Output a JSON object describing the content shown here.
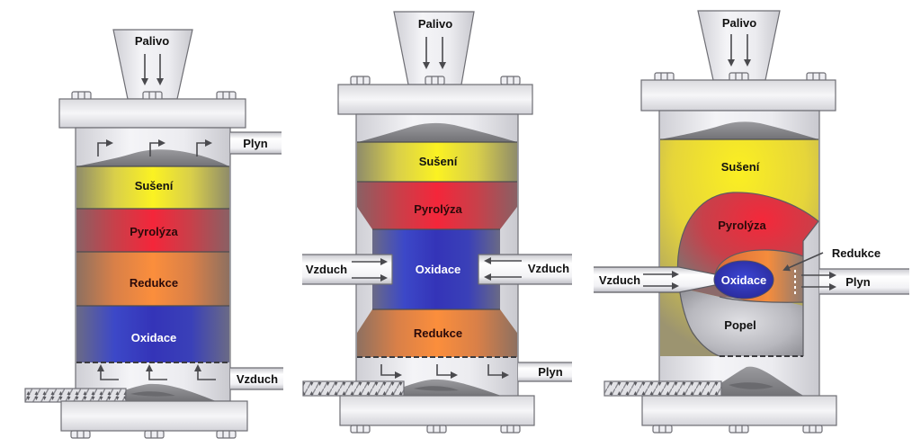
{
  "diagram": {
    "subject": "Fixed-bed biomass gasifier types",
    "colors": {
      "drying": "#f3e62a",
      "pyrolysis": "#e8283a",
      "reduction": "#f48a3c",
      "oxidation": "#3b3fc6",
      "ash": "#b4b4b8",
      "steel": "#e6e6ea",
      "steel_edge": "#6e6e74",
      "fuel_pile": "#858589",
      "arrow": "#4a4a4e"
    },
    "panels": [
      {
        "id": "updraft",
        "fuel_label": "Palivo",
        "gas_label": "Plyn",
        "air_label": "Vzduch",
        "zones": [
          "Sušení",
          "Pyrolýza",
          "Redukce",
          "Oxidace"
        ]
      },
      {
        "id": "downdraft",
        "fuel_label": "Palivo",
        "gas_label": "Plyn",
        "air_label_left": "Vzduch",
        "air_label_right": "Vzduch",
        "zones": [
          "Sušení",
          "Pyrolýza",
          "Oxidace",
          "Redukce"
        ]
      },
      {
        "id": "crossdraft",
        "fuel_label": "Palivo",
        "gas_label": "Plyn",
        "air_label": "Vzduch",
        "zones": [
          "Sušení",
          "Pyrolýza",
          "Redukce",
          "Oxidace",
          "Popel"
        ]
      }
    ]
  }
}
